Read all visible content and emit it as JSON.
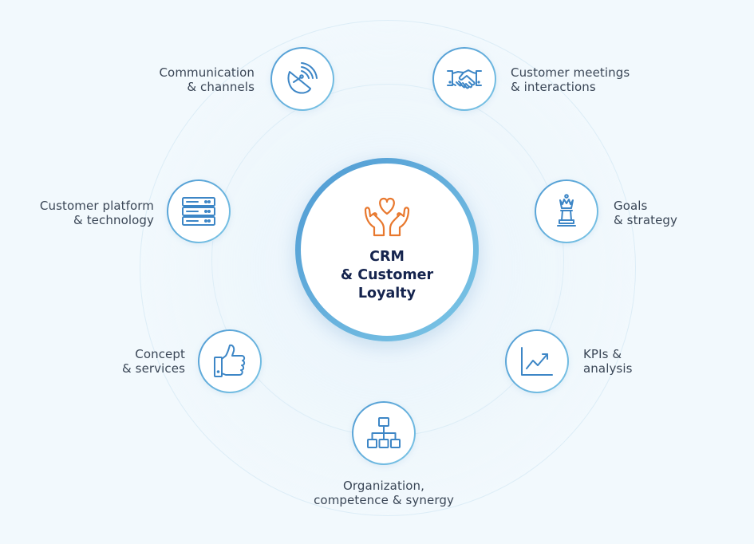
{
  "center": {
    "title_lines": [
      "CRM",
      "& Customer",
      "Loyalty"
    ],
    "icon": "heart-hands-icon"
  },
  "nodes": [
    {
      "id": "communication",
      "icon": "satellite-dish-icon",
      "label_lines": [
        "Communication",
        "& channels"
      ]
    },
    {
      "id": "meetings",
      "icon": "handshake-icon",
      "label_lines": [
        "Customer meetings",
        "& interactions"
      ]
    },
    {
      "id": "platform",
      "icon": "server-icon",
      "label_lines": [
        "Customer platform",
        "& technology"
      ]
    },
    {
      "id": "goals",
      "icon": "chess-queen-icon",
      "label_lines": [
        "Goals",
        "& strategy"
      ]
    },
    {
      "id": "concept",
      "icon": "thumbs-up-icon",
      "label_lines": [
        "Concept",
        "& services"
      ]
    },
    {
      "id": "kpis",
      "icon": "trend-chart-icon",
      "label_lines": [
        "KPIs &",
        "analysis"
      ]
    },
    {
      "id": "organization",
      "icon": "org-chart-icon",
      "label_lines": [
        "Organization,",
        "competence & synergy"
      ]
    }
  ],
  "colors": {
    "background": "#f2f9fd",
    "ring_blue": "#4f9ad3",
    "ring_light": "#7cc6e6",
    "icon_blue": "#3d86c6",
    "accent_orange": "#e8782e",
    "title_navy": "#15244e",
    "label_text": "#3a4656"
  }
}
